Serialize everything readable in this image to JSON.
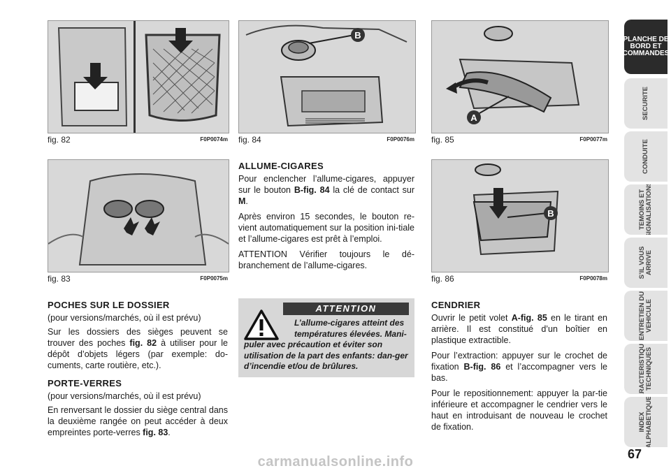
{
  "figures": [
    {
      "id": "fig82",
      "caption": "fig. 82",
      "code": "F0P0074m"
    },
    {
      "id": "fig84",
      "caption": "fig. 84",
      "code": "F0P0076m",
      "callout": "B"
    },
    {
      "id": "fig85",
      "caption": "fig. 85",
      "code": "F0P0077m",
      "callout": "A"
    },
    {
      "id": "fig83",
      "caption": "fig. 83",
      "code": "F0P0075m"
    },
    {
      "id": "fig86",
      "caption": "fig. 86",
      "code": "F0P0078m",
      "callout": "B"
    }
  ],
  "sections": {
    "poches": {
      "title": "POCHES SUR LE DOSSIER",
      "sub": "(pour versions/marchés, où il est prévu)",
      "p1_a": "Sur les dossiers des sièges peuvent se trouver des poches ",
      "p1_ref": "fig. 82",
      "p1_b": " à utiliser pour le dépôt d’objets légers (par exemple: do-cuments, carte routière, etc.)."
    },
    "porte": {
      "title": "PORTE-VERRES",
      "sub": "(pour versions/marchés, où il est prévu)",
      "p1_a": "En renversant le dossier du siège central dans la deuxième rangée on peut accéder à deux empreintes porte-verres ",
      "p1_ref": "fig. 83",
      "p1_b": "."
    },
    "allume": {
      "title": "ALLUME-CIGARES",
      "p1_a": "Pour enclencher l’allume-cigares, appuyer sur le bouton ",
      "p1_ref": "B-fig. 84",
      "p1_b": " la clé de contact sur ",
      "p1_ref2": "M",
      "p1_c": ".",
      "p2": "Après environ 15 secondes, le bouton re-vient automatiquement sur la position ini-tiale et l’allume-cigares est prêt à l’emploi.",
      "p3": "ATTENTION Vérifier toujours le dé-branchement de l’allume-cigares."
    },
    "cendrier": {
      "title": "CENDRIER",
      "p1_a": "Ouvrir le petit volet ",
      "p1_ref": "A-fig. 85",
      "p1_b": " en le tirant en arrière. Il est constitué d’un boîtier en plastique extractible.",
      "p2_a": "Pour l’extraction: appuyer sur le crochet de fixation ",
      "p2_ref": "B-fig. 86",
      "p2_b": " et l’accompagner vers le bas.",
      "p3": "Pour le repositionnement: appuyer la par-tie inférieure et accompagner le cendrier vers le haut en introduisant de nouveau le crochet de fixation."
    }
  },
  "warning": {
    "title": "ATTENTION",
    "line1": "L’allume-cigares atteint des",
    "line2": "températures élevées. Mani-",
    "rest": "puler avec précaution et éviter son utilisation de la part des enfants: dan-ger d’incendie et/ou de brûlures."
  },
  "tabs": [
    {
      "label": "PLANCHE DE\nBORD ET\nCOMMANDES",
      "active": true
    },
    {
      "label": "SECURITE",
      "active": false
    },
    {
      "label": "CONDUITE",
      "active": false
    },
    {
      "label": "TEMOINS ET\nSIGNALISATIONS",
      "active": false
    },
    {
      "label": "S’IL VOUS\nARRIVE",
      "active": false
    },
    {
      "label": "ENTRETIEN DU\nVEHICULE",
      "active": false
    },
    {
      "label": "CARACTERISTIQUES\nTECHNIQUES",
      "active": false
    },
    {
      "label": "INDEX\nALPHABETIQUE",
      "active": false
    }
  ],
  "page_number": "67",
  "watermark": "carmanualsonline.info"
}
